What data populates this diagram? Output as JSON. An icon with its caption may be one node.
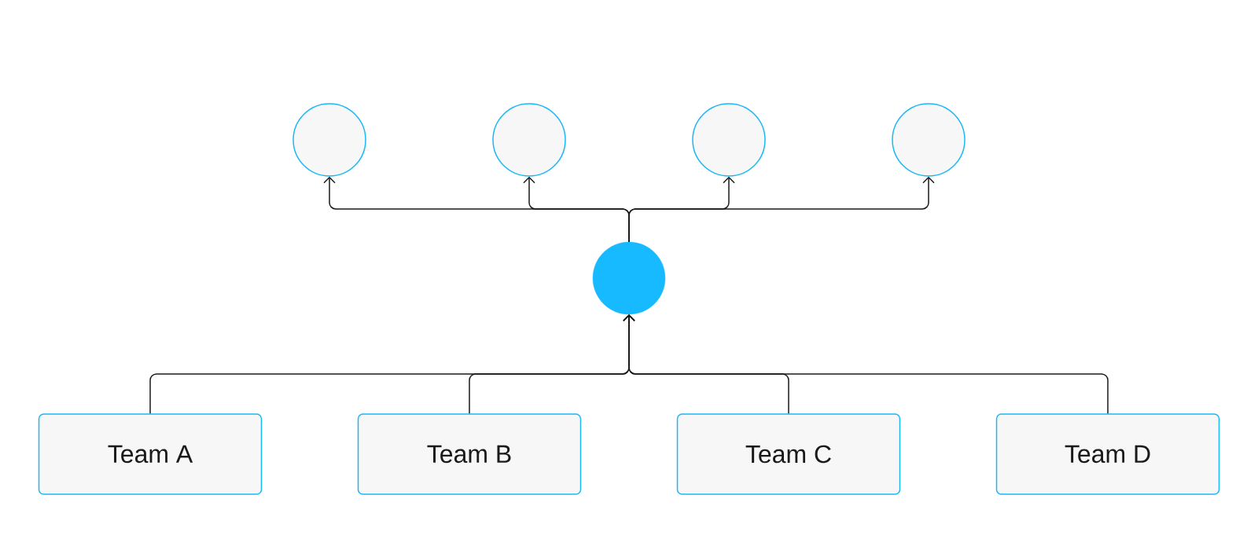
{
  "diagram": {
    "nodes": [
      {
        "text": [],
        "shape": "circle"
      },
      {
        "text": [],
        "shape": "circle"
      },
      {
        "text": [],
        "shape": "circle"
      },
      {
        "text": [],
        "shape": "circle"
      },
      {
        "text": [],
        "shape": "circle"
      },
      {
        "text": [
          "Team A"
        ]
      },
      {
        "text": [
          "Team B"
        ]
      },
      {
        "text": [
          "Team C"
        ]
      },
      {
        "text": [
          "Team D"
        ]
      }
    ],
    "edges": [
      {
        "from": 5,
        "to": 4,
        "arrow": "to"
      },
      {
        "from": 6,
        "to": 4,
        "arrow": "to"
      },
      {
        "from": 7,
        "to": 4,
        "arrow": "to"
      },
      {
        "from": 8,
        "to": 4,
        "arrow": "to"
      },
      {
        "from": 4,
        "to": 0,
        "arrow": "to"
      },
      {
        "from": 4,
        "to": 1,
        "arrow": "to"
      },
      {
        "from": 4,
        "to": 2,
        "arrow": "to"
      },
      {
        "from": 4,
        "to": 3,
        "arrow": "to"
      }
    ]
  }
}
